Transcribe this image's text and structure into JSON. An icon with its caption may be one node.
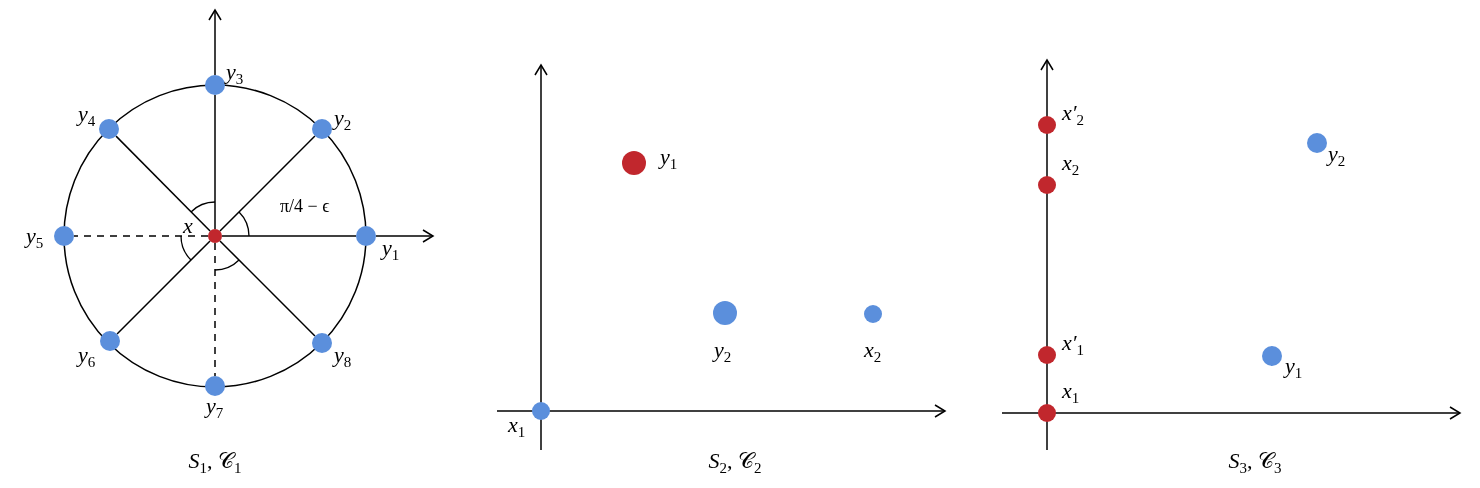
{
  "diagram": {
    "nodes": [
      {
        "text": [
          "y$_{3}$"
        ]
      },
      {
        "text": [
          "y$_{4}$"
        ]
      },
      {
        "text": [
          "y$_{2}$"
        ]
      },
      {
        "text": [
          "y$_{5}$"
        ]
      },
      {
        "text": [
          "x"
        ]
      },
      {
        "text": [
          "y$_{1}$"
        ]
      },
      {
        "text": [
          "y$_{6}$"
        ]
      },
      {
        "text": [
          "y$_{8}$"
        ]
      },
      {
        "text": [
          "y$_{7}$"
        ]
      },
      {
        "text": [
          "y$_{1}$"
        ]
      },
      {
        "text": [
          "y$_{2}$"
        ]
      },
      {
        "text": [
          "x$_{2}$"
        ]
      },
      {
        "text": [
          "x$_{1}$"
        ]
      },
      {
        "text": [
          "x′$_{2}$"
        ]
      },
      {
        "text": [
          "x$_{2}$"
        ]
      },
      {
        "text": [
          "y$_{2}$"
        ]
      },
      {
        "text": [
          "x′$_{1}$"
        ]
      },
      {
        "text": [
          "y$_{1}$"
        ]
      },
      {
        "text": [
          "x$_{1}$"
        ]
      }
    ],
    "edges": [
      {
        "from": 4,
        "to": 5,
        "arrow": "none"
      },
      {
        "from": 4,
        "to": 2,
        "arrow": "none"
      },
      {
        "from": 4,
        "to": 0,
        "arrow": "none"
      },
      {
        "from": 4,
        "to": 1,
        "arrow": "none"
      },
      {
        "from": 4,
        "to": 3,
        "arrow": "none",
        "style": "dashed"
      },
      {
        "from": 4,
        "to": 6,
        "arrow": "none"
      },
      {
        "from": 4,
        "to": 8,
        "arrow": "none",
        "style": "dashed"
      },
      {
        "from": 4,
        "to": 7,
        "arrow": "none"
      }
    ],
    "labels": [
      "π/4 − ϵ",
      "S$_{1}$, 𝒞$_{1}$",
      "S$_{2}$, 𝒞$_{2}$",
      "S$_{3}$, 𝒞$_{3}$"
    ]
  }
}
